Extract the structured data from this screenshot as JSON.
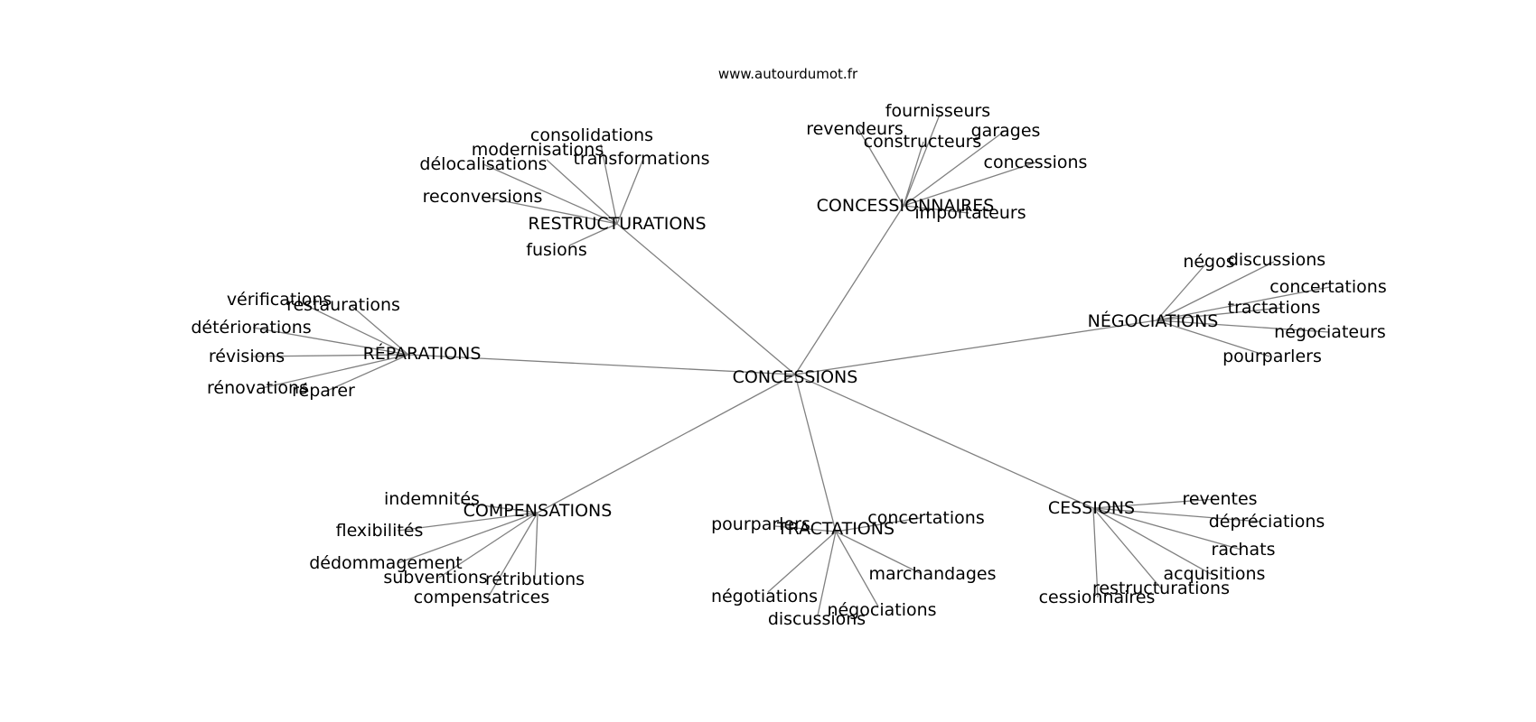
{
  "source": "www.autourdumot.fr",
  "center": "CONCESSIONS",
  "clusters": [
    {
      "id": "restructurations",
      "label": "RESTRUCTURATIONS",
      "leaves": [
        "consolidations",
        "modernisations",
        "transformations",
        "délocalisations",
        "reconversions",
        "fusions"
      ]
    },
    {
      "id": "concessionnaires",
      "label": "CONCESSIONNAIRES",
      "leaves": [
        "fournisseurs",
        "revendeurs",
        "garages",
        "constructeurs",
        "concessions",
        "importateurs"
      ]
    },
    {
      "id": "negociations",
      "label": "NÉGOCIATIONS",
      "leaves": [
        "négos",
        "discussions",
        "concertations",
        "tractations",
        "négociateurs",
        "pourparlers"
      ]
    },
    {
      "id": "reparations",
      "label": "RÉPARATIONS",
      "leaves": [
        "vérifications",
        "restaurations",
        "détériorations",
        "révisions",
        "rénovations",
        "réparer"
      ]
    },
    {
      "id": "compensations",
      "label": "COMPENSATIONS",
      "leaves": [
        "indemnités",
        "flexibilités",
        "dédommagement",
        "subventions",
        "rétributions",
        "compensatrices"
      ]
    },
    {
      "id": "tractations",
      "label": "TRACTATIONS",
      "leaves": [
        "pourparlers",
        "concertations",
        "marchandages",
        "négotiations",
        "négociations",
        "discussions"
      ]
    },
    {
      "id": "cessions",
      "label": "CESSIONS",
      "leaves": [
        "reventes",
        "dépréciations",
        "rachats",
        "acquisitions",
        "restructurations",
        "cessionnaires"
      ]
    }
  ]
}
